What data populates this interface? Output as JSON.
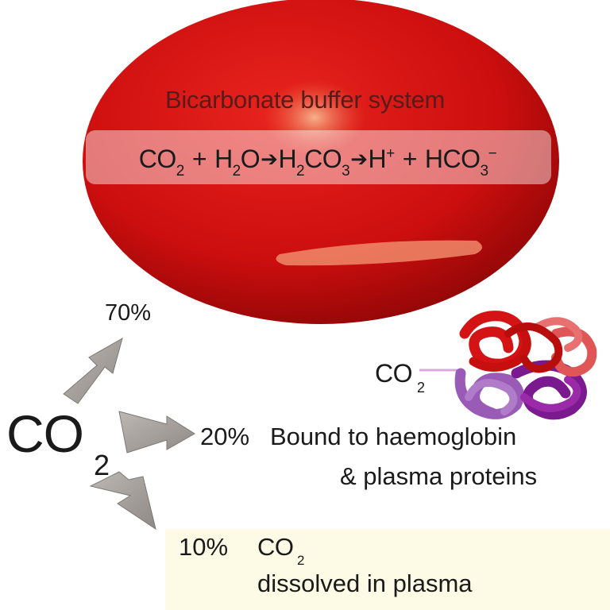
{
  "rbc": {
    "title": "Bicarbonate buffer system",
    "equation": {
      "co2_base": "CO",
      "co2_sub": "2",
      "plus_1": "+",
      "h2o_h": "H",
      "h2o_sub": "2",
      "h2o_o": "O",
      "h2co3_h": "H",
      "h2co3_sub1": "2",
      "h2co3_co": "CO",
      "h2co3_sub2": "3",
      "h_base": "H",
      "h_sup": "+",
      "plus_2": "+",
      "hco3_base": "HCO",
      "hco3_sub": "3",
      "hco3_sup": "−"
    }
  },
  "source": {
    "co2_base": "CO",
    "co2_sub": "2"
  },
  "pathways": {
    "bicarbonate": {
      "percent": "70%"
    },
    "bound": {
      "percent": "20%",
      "line1": "Bound to haemoglobin",
      "line2": "& plasma proteins",
      "co2_base": "CO",
      "co2_sub": "2"
    },
    "dissolved": {
      "percent": "10%",
      "co2_base": "CO",
      "co2_sub": "2",
      "line2": "dissolved in plasma"
    }
  },
  "colors": {
    "rbc_red": "#d10f0f",
    "rbc_dark": "#8a0606",
    "arrow_grey": "#aaa4a0",
    "hemoglobin_red": "#d01818",
    "hemoglobin_purple": "#8a2aa0",
    "plasma_box": "#fdfae6"
  }
}
